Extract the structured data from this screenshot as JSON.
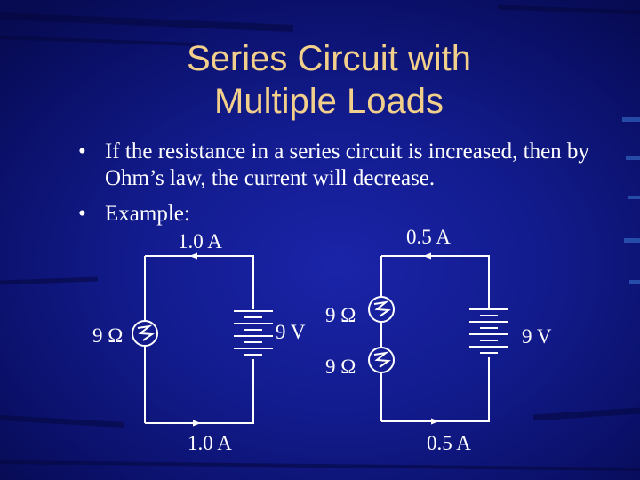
{
  "slide": {
    "title_line1": "Series Circuit with",
    "title_line2": "Multiple Loads",
    "bullet_char": "•",
    "bullets": [
      "If the resistance in a series circuit is increased, then by Ohm’s law, the current will decrease.",
      "Example:"
    ]
  },
  "circuit_left": {
    "current_top": "1.0 A",
    "current_bottom": "1.0 A",
    "resistor": "9 Ω",
    "battery": "9 V"
  },
  "circuit_right": {
    "current_top": "0.5 A",
    "current_bottom": "0.5 A",
    "resistor_1": "9 Ω",
    "resistor_2": "9 Ω",
    "battery": "9 V"
  },
  "colors": {
    "background": "#121b8c",
    "title": "#f2cf8a",
    "text": "#ffffff"
  }
}
